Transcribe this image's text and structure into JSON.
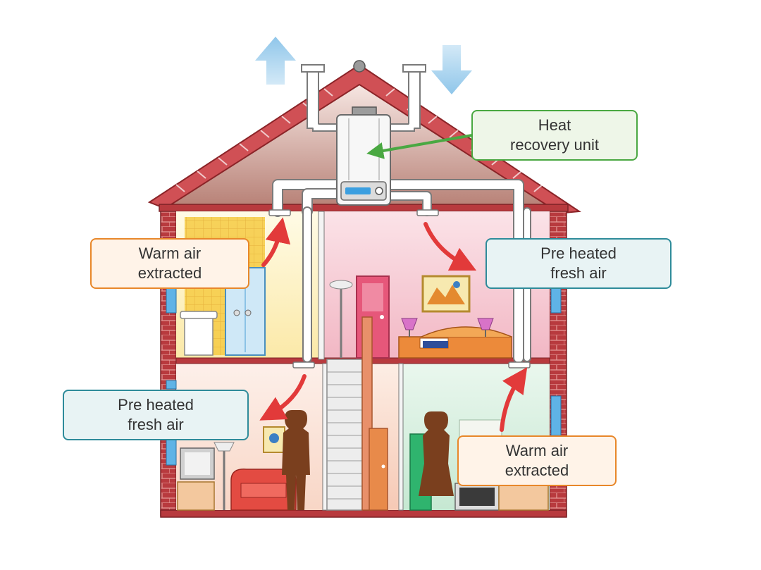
{
  "labels": {
    "heat_recovery": {
      "line1": "Heat",
      "line2": "recovery unit"
    },
    "warm_air_upper": {
      "line1": "Warm air",
      "line2": "extracted"
    },
    "fresh_air_upper": {
      "line1": "Pre heated",
      "line2": "fresh air"
    },
    "fresh_air_lower": {
      "line1": "Pre heated",
      "line2": "fresh air"
    },
    "warm_air_lower": {
      "line1": "Warm air",
      "line2": "extracted"
    }
  },
  "colors": {
    "green_border": "#4aa842",
    "orange_border": "#e8872a",
    "teal_border": "#2e8b9a",
    "arrow_red": "#e23a3a",
    "brick": "#b83a3e",
    "roof_tiles": "#d05055",
    "airflow_arrows": "#a8d4ee"
  },
  "icons": [
    "exhaust-air-up-arrow",
    "fresh-air-down-arrow",
    "heat-recovery-unit-icon"
  ]
}
